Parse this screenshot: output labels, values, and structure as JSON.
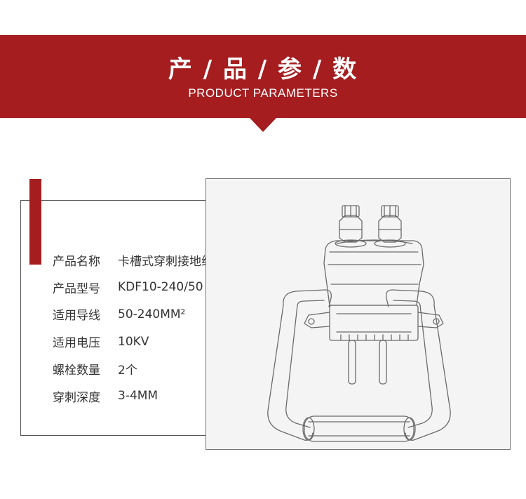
{
  "header": {
    "title": "产 / 品 / 参 / 数",
    "subtitle": "PRODUCT PARAMETERS"
  },
  "specs": [
    {
      "label": "产品名称",
      "value": "卡槽式穿刺接地线夹"
    },
    {
      "label": "产品型号",
      "value": "KDF10-240/50"
    },
    {
      "label": "适用导线",
      "value": "50-240MM²"
    },
    {
      "label": "适用电压",
      "value": "10KV"
    },
    {
      "label": "螺栓数量",
      "value": "2个"
    },
    {
      "label": "穿刺深度",
      "value": "3-4MM"
    }
  ],
  "colors": {
    "brand_red": "#a51d1f",
    "text": "#333333",
    "border": "#555555"
  },
  "product_image": {
    "icon": "clamp-sketch-icon"
  }
}
